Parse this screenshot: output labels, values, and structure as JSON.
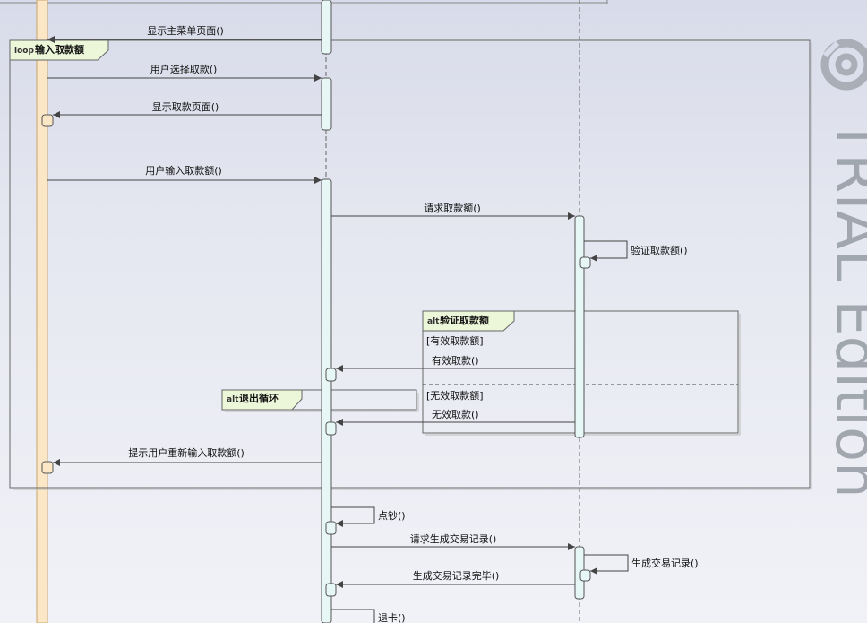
{
  "messages": {
    "m1": "显示主菜单页面()",
    "m2": "用户选择取款()",
    "m3": "显示取款页面()",
    "m4": "用户输入取款额()",
    "m5": "请求取款额()",
    "m6": "验证取款额()",
    "m7": "有效取款()",
    "m8": "无效取款()",
    "m9": "提示用户重新输入取款额()",
    "m10": "点钞()",
    "m11": "请求生成交易记录()",
    "m12": "生成交易记录()",
    "m13": "生成交易记录完毕()",
    "m14": "退卡()"
  },
  "frames": {
    "loop": {
      "keyword": "loop",
      "name": "输入取款额"
    },
    "alt_validate": {
      "keyword": "alt",
      "name": "验证取款额",
      "guard_valid": "[有效取款额]",
      "guard_invalid": "[无效取款额]"
    },
    "alt_exit": {
      "keyword": "alt",
      "name": "退出循环"
    }
  },
  "watermark": {
    "text": "TRIAL Edition"
  },
  "colors": {
    "user_lifeline": "#fbe7c6",
    "activation": "#e6f7f5",
    "frame_tab": "#ecf6d8"
  }
}
